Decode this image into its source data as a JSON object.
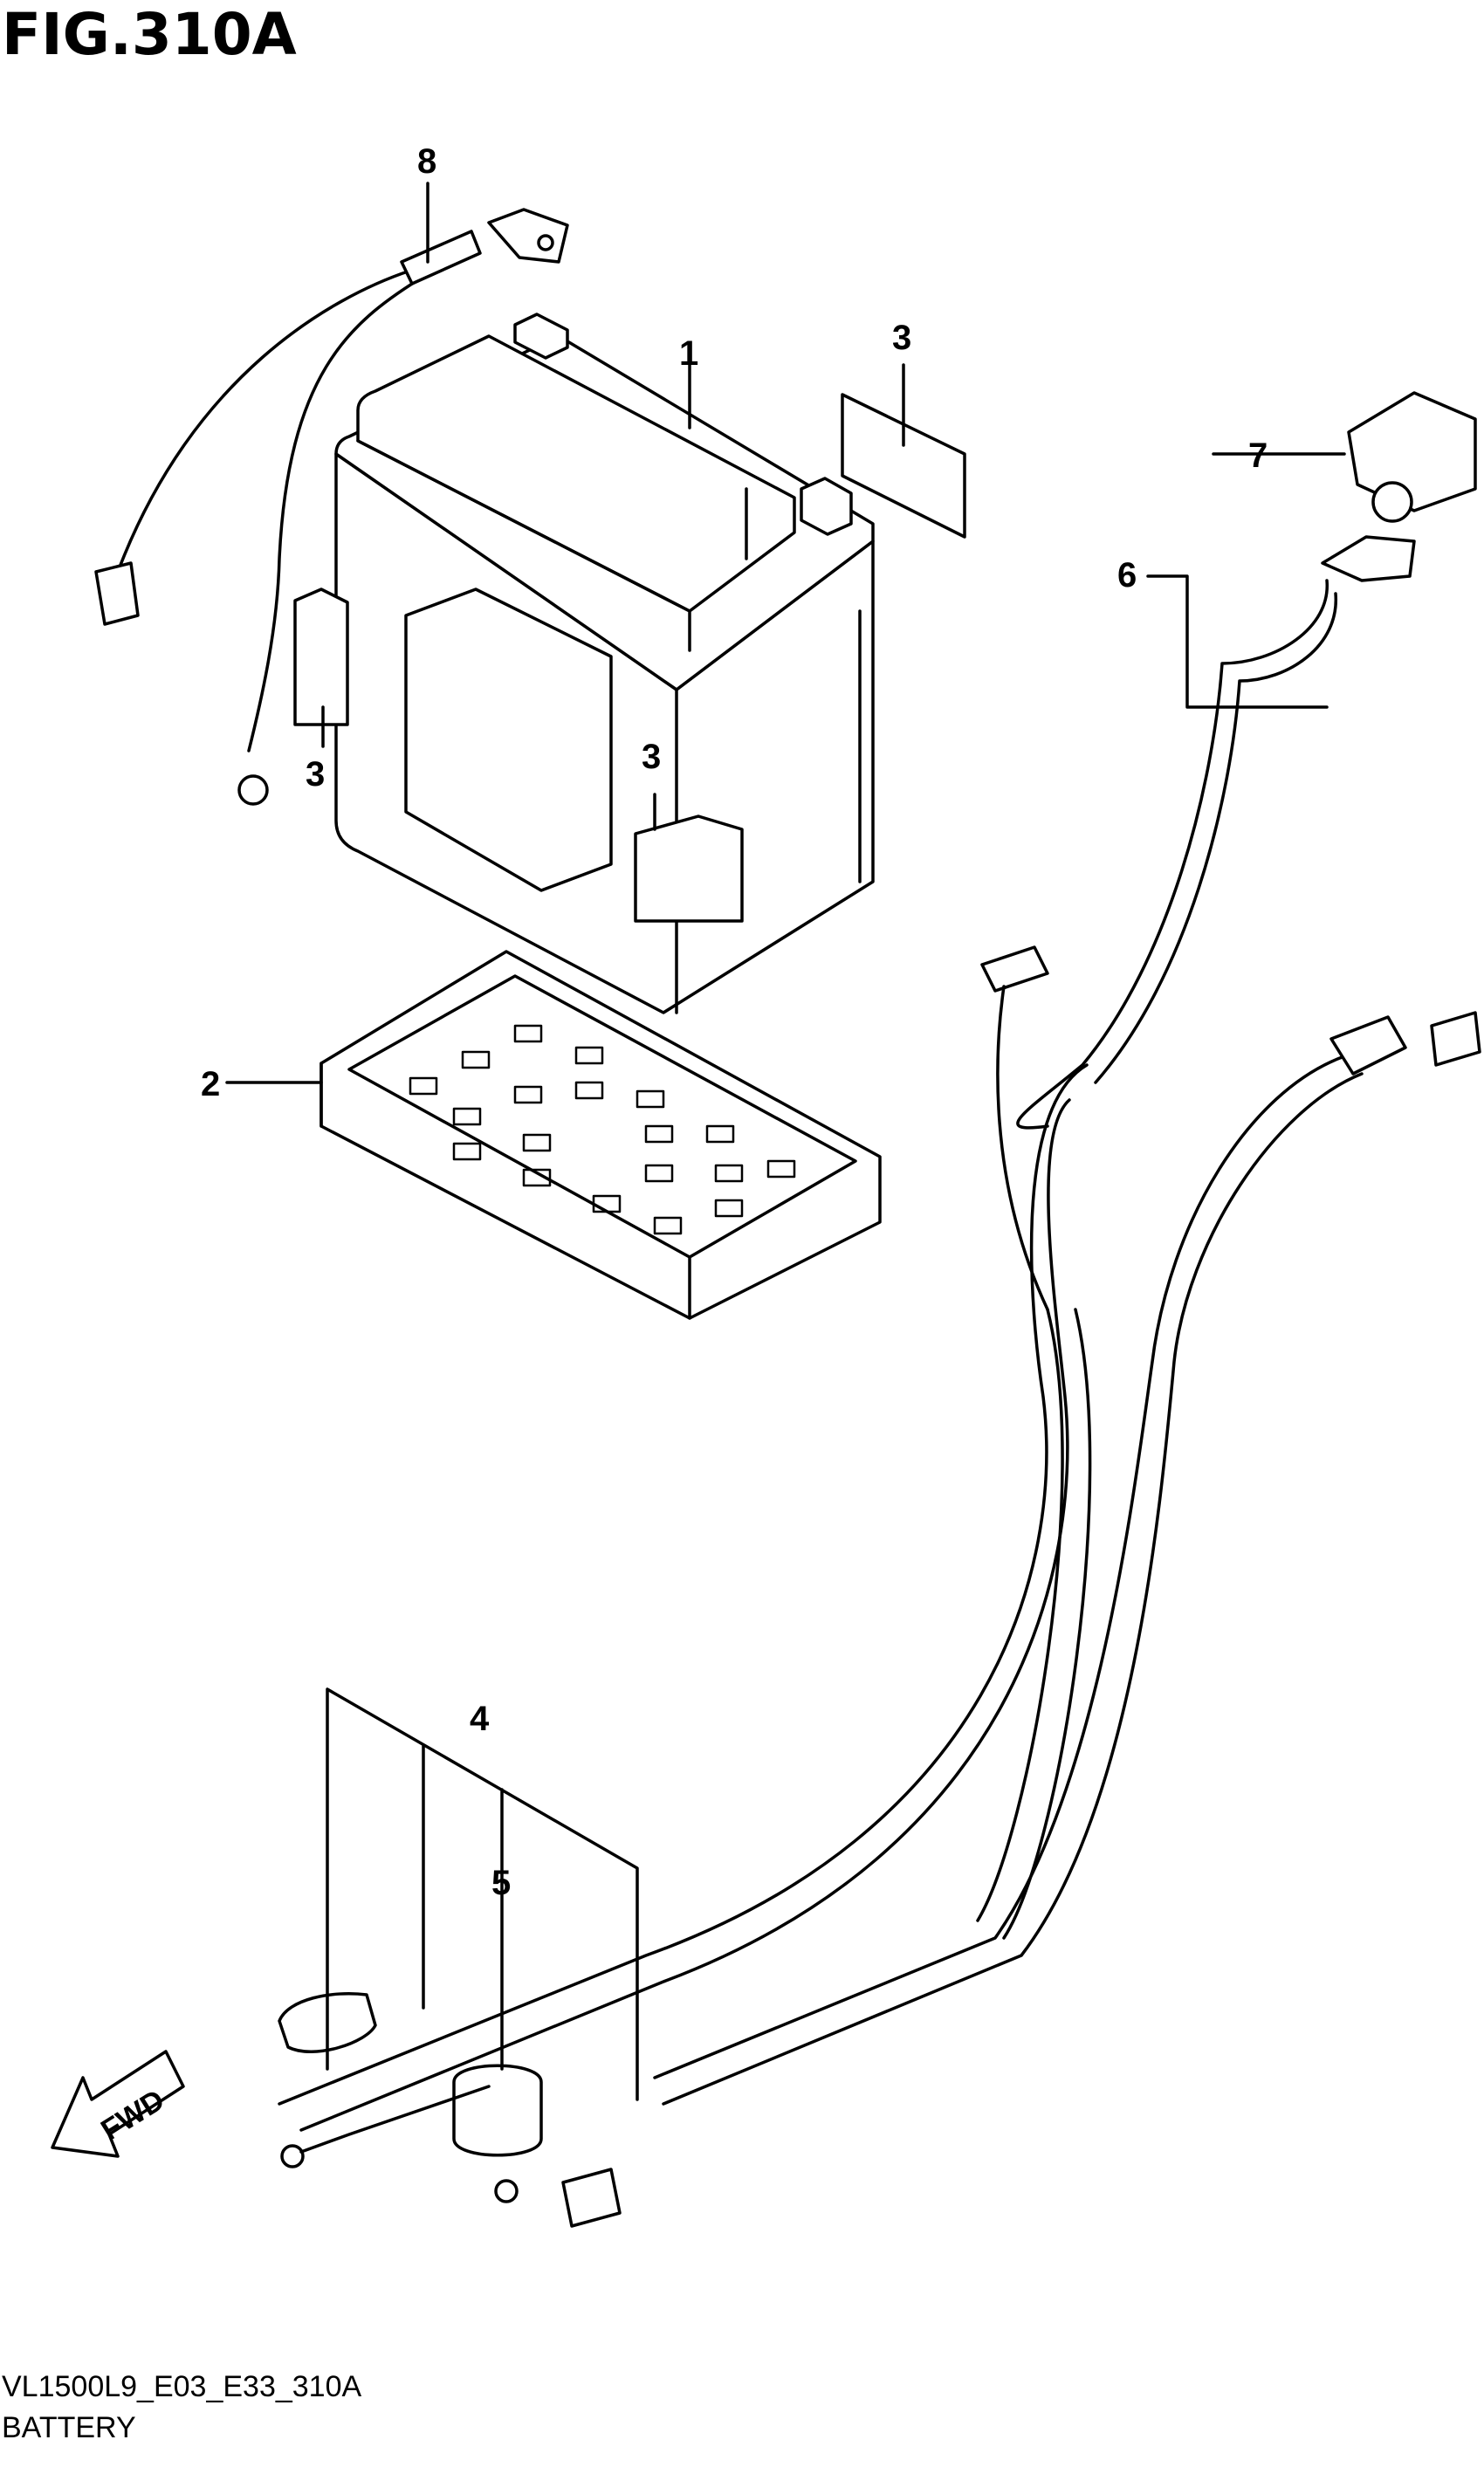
{
  "figure": {
    "title": "FIG.310A"
  },
  "callouts": {
    "c1": "1",
    "c2": "2",
    "c3a": "3",
    "c3b": "3",
    "c3c": "3",
    "c4": "4",
    "c5": "5",
    "c6": "6",
    "c7": "7",
    "c8": "8"
  },
  "direction": {
    "label": "FWD"
  },
  "footer": {
    "code": "VL1500L9_E03_E33_310A",
    "name": "BATTERY"
  }
}
